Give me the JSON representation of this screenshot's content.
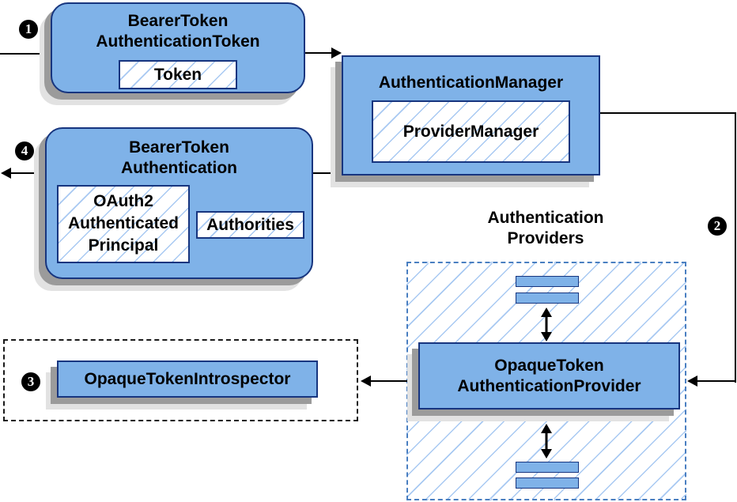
{
  "steps": {
    "s1": "1",
    "s2": "2",
    "s3": "3",
    "s4": "4"
  },
  "nodes": {
    "bearer_token_authentication_token": {
      "title": "BearerToken\nAuthenticationToken",
      "token": "Token"
    },
    "authentication_manager": {
      "title": "AuthenticationManager",
      "inner": "ProviderManager"
    },
    "bearer_token_authentication": {
      "title": "BearerToken\nAuthentication",
      "principal": "OAuth2\nAuthenticated\nPrincipal",
      "authorities": "Authorities"
    },
    "opaque_token_authentication_provider": {
      "title": "OpaqueToken\nAuthenticationProvider"
    },
    "opaque_token_introspector": {
      "title": "OpaqueTokenIntrospector"
    }
  },
  "providers_group": {
    "label": "Authentication\nProviders"
  },
  "colors": {
    "node_fill": "#7fb2e8",
    "node_border": "#17357f",
    "hatch_line": "#a8c9f2",
    "dashed_border": "#4a7fc1",
    "shadow_dark": "#9b9b9b",
    "shadow_light": "#e2e2e2",
    "line": "#000000"
  }
}
